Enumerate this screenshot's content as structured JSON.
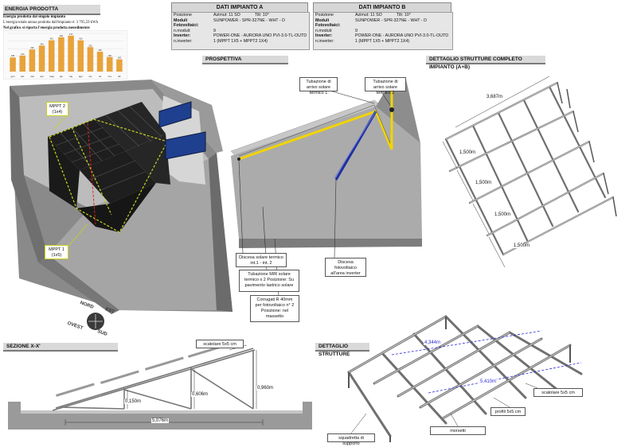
{
  "energy": {
    "heading": "ENERGIA PRODOTTA",
    "line1": "Energia prodotta dal singolo impianto",
    "line2": "L'energia totale annua prodotta dall'impianto è: 3 795,59 kWh",
    "line3": "Nel grafico si riporta l'energia prodotta mensilmente:"
  },
  "chart_data": {
    "type": "bar",
    "categories": [
      "gen",
      "feb",
      "mar",
      "apr",
      "mag",
      "giu",
      "lug",
      "ago",
      "set",
      "ott",
      "nov",
      "dic"
    ],
    "values": [
      185,
      210,
      290,
      340,
      410,
      450,
      470,
      410,
      320,
      260,
      190,
      160
    ],
    "value_labels": [
      "185",
      "210",
      "290",
      "340",
      "410",
      "450",
      "470",
      "410",
      "320",
      "260",
      "190",
      "160"
    ],
    "colors": {
      "bar": "#e8a33a",
      "grid": "#dddddd"
    }
  },
  "dati_a": {
    "title": "DATI IMPIANTO A",
    "posizione_label": "Posizione",
    "azimut": "Azimut: 11 SO",
    "tilt": "Tilt: 10°",
    "moduli_label": "Moduli Fotovoltaici:",
    "moduli_value": "SUNPOWER - SPR-327NE - WHT - D",
    "nmoduli_label": "n.moduli:",
    "nmoduli_value": "9",
    "inverter_label": "Inverter:",
    "inverter_value": "POWER-ONE - AURORA UNO PVI-3.0-TL-OUTD",
    "ninverter_label": "n.inverter:",
    "ninverter_value": "1 (MPPT 1X5 + MPPT2 1X4)"
  },
  "dati_b": {
    "title": "DATI IMPIANTO B",
    "posizione_label": "Posizione",
    "azimut": "Azimut: 11 SO",
    "tilt": "Tilt: 10°",
    "moduli_label": "Moduli Fotovoltaici:",
    "moduli_value": "SUNPOWER - SPR-327NE - WHT - D",
    "nmoduli_label": "n.moduli:",
    "nmoduli_value": "9",
    "inverter_label": "Inverter:",
    "inverter_value": "POWER-ONE - AURORA UNO PVI-3.0-TL-OUTD",
    "ninverter_label": "n.inverter:",
    "ninverter_value": "1 (MPPT 1X5 + MPPT2 1X4)"
  },
  "sections": {
    "prospettiva": "PROSPETTIVA",
    "dettaglio_completo": "DETTAGLIO STRUTTURE COMPLETO IMPIANTO (A+B)",
    "sezione": "SEZIONE X-X'",
    "dettaglio": "DETTAGLIO STRUTTURE"
  },
  "labels": {
    "mppt2": "MPPT 2 (1x4)",
    "mppt1": "MPPT 1 (1x5)",
    "tub1": "Tubazione di arrivo solare termico 1",
    "tub2": "Tubazione di arrivo solare termico 2",
    "discesa_sol": "Discesa solare termico int.1 - int. 2",
    "discesa_fv": "Discesa fotovoltaico all'area inverter",
    "tub_mr": "Tubazione M/R solare termico x 2 Posizione: Su pavimento lastrico solare",
    "corrugati": "Corrugati R 40mm per fotovoltaico n° 2 Posizione: nel massetto",
    "scatolare1": "scatolare 5x5 cm",
    "scatolare2": "scatolare 5x5 cm",
    "profili": "profili 5x5 cm",
    "morsetti": "morsetti",
    "squadretta": "squadretta di supporto"
  },
  "compass": {
    "nord": "NORD",
    "est": "EST",
    "sud": "SUD",
    "ovest": "OVEST"
  },
  "dims": {
    "d3687": "3,687m",
    "d1500a": "1,500m",
    "d1500b": "1,500m",
    "d1500c": "1,500m",
    "d1500d": "1,500m",
    "d0606": "0,606m",
    "d0960": "0,960m",
    "d0150": "0,150m",
    "d5076": "5,076m",
    "d4344": "4,344m",
    "d5410": "5,410m"
  }
}
